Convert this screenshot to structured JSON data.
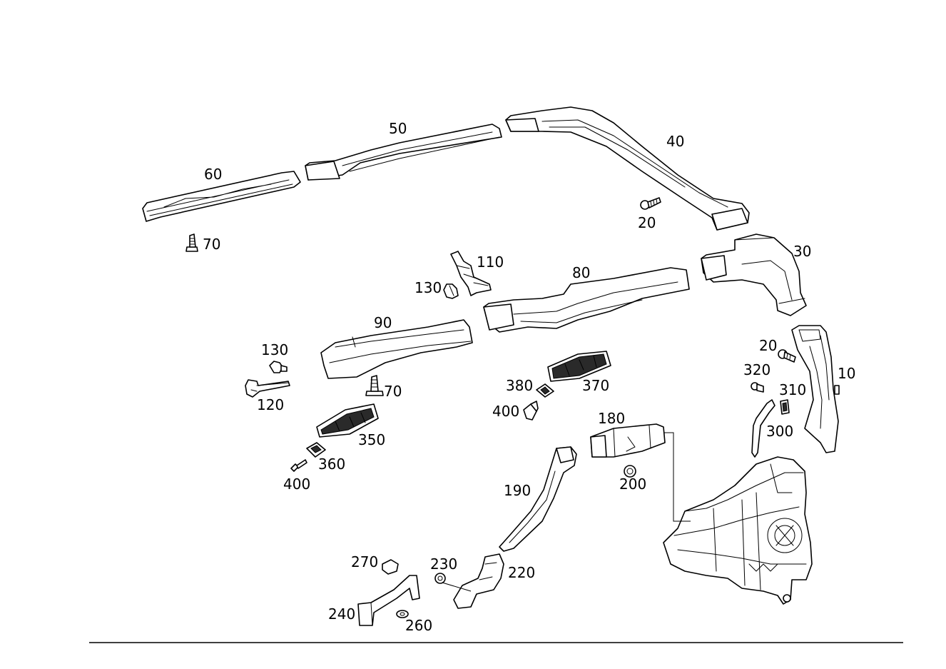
{
  "diagram": {
    "type": "exploded-parts-diagram",
    "line_color": "#000000",
    "background": "#ffffff",
    "labels": {
      "p10": "10",
      "p20a": "20",
      "p20b": "20",
      "p30": "30",
      "p40": "40",
      "p50": "50",
      "p60": "60",
      "p70a": "70",
      "p70b": "70",
      "p80": "80",
      "p90": "90",
      "p110": "110",
      "p120": "120",
      "p130a": "130",
      "p130b": "130",
      "p180": "180",
      "p190": "190",
      "p200": "200",
      "p220": "220",
      "p230": "230",
      "p240": "240",
      "p260": "260",
      "p270": "270",
      "p300": "300",
      "p310": "310",
      "p320": "320",
      "p350": "350",
      "p360": "360",
      "p370": "370",
      "p380": "380",
      "p400a": "400",
      "p400b": "400"
    }
  }
}
